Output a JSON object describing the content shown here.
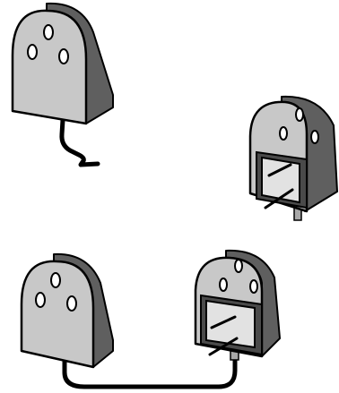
{
  "diagram": {
    "colors": {
      "background": "#ffffff",
      "body_face": "#c8c8c8",
      "body_side": "#5f5f5f",
      "body_top": "#8a8a8a",
      "outline": "#000000",
      "socket_plate": "#e2e2e2",
      "socket_cavity": "#4a4a4a",
      "pin_hole": "#ffffff",
      "cable": "#000000",
      "plug_stub": "#a8a8a8"
    },
    "components": [
      {
        "name": "unplugged-three-pin-plug",
        "kind": "plug",
        "pin_count": 3,
        "has_cable": true
      },
      {
        "name": "empty-three-pin-socket",
        "kind": "socket",
        "pin_count": 3,
        "has_cable": true
      },
      {
        "name": "connected-plug",
        "kind": "plug",
        "pin_count": 3,
        "has_cable": true
      },
      {
        "name": "connected-socket",
        "kind": "socket",
        "pin_count": 3,
        "has_cable": true
      }
    ]
  }
}
